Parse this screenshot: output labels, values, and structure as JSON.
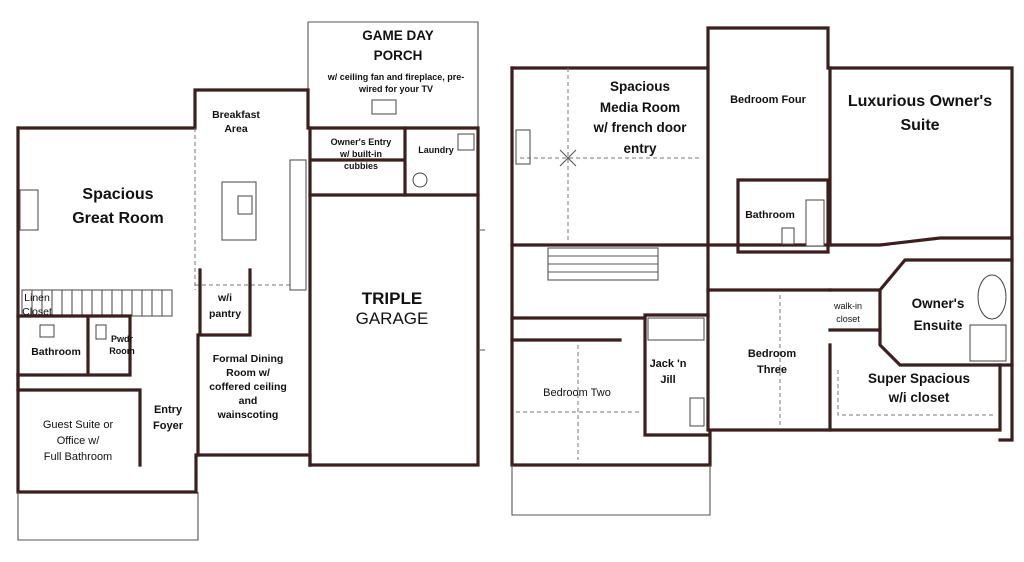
{
  "rooms": {
    "game_day_porch_1": "GAME DAY",
    "game_day_porch_2": "PORCH",
    "porch_note_1": "w/ ceiling fan and fireplace, pre-",
    "porch_note_2": "wired for your TV",
    "breakfast_1": "Breakfast",
    "breakfast_2": "Area",
    "owners_entry_1": "Owner's Entry",
    "owners_entry_2": "w/ built-in",
    "owners_entry_3": "cubbies",
    "laundry": "Laundry",
    "great_room_1": "Spacious",
    "great_room_2": "Great Room",
    "garage_1": "TRIPLE",
    "garage_2": "GARAGE",
    "linen_1": "Linen",
    "linen_2": "Closet",
    "pantry_1": "w/i",
    "pantry_2": "pantry",
    "bathroom_main": "Bathroom",
    "pwdr_1": "Pwdr",
    "pwdr_2": "Room",
    "dining_1": "Formal Dining",
    "dining_2": "Room w/",
    "dining_3": "coffered ceiling",
    "dining_4": "and",
    "dining_5": "wainscoting",
    "foyer_1": "Entry",
    "foyer_2": "Foyer",
    "guest_1": "Guest Suite or",
    "guest_2": "Office w/",
    "guest_3": "Full Bathroom",
    "media_1": "Spacious",
    "media_2": "Media Room",
    "media_3": "w/ french door",
    "media_4": "entry",
    "bed4": "Bedroom Four",
    "owner_suite_1": "Luxurious Owner's",
    "owner_suite_2": "Suite",
    "bath_upper": "Bathroom",
    "walkin_1": "walk-in",
    "walkin_2": "closet",
    "ensuite_1": "Owner's",
    "ensuite_2": "Ensuite",
    "bed3_1": "Bedroom",
    "bed3_2": "Three",
    "jack_1": "Jack 'n",
    "jack_2": "Jill",
    "bed2": "Bedroom Two",
    "super_closet_1": "Super Spacious",
    "super_closet_2": "w/i closet"
  }
}
